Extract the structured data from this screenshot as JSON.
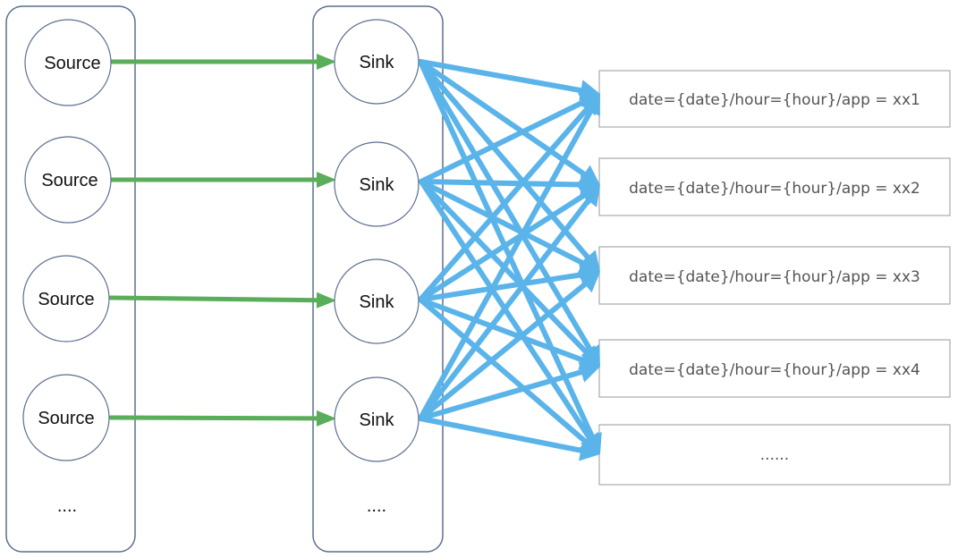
{
  "colors": {
    "container_border": "#5b6f8f",
    "node_border": "#5b6f8f",
    "source_to_sink_arrow": "#5aad5a",
    "sink_to_partition_arrow": "#5ab4ea",
    "partition_border": "#a9a9a9"
  },
  "source_column": {
    "nodes": [
      {
        "label": "Source"
      },
      {
        "label": "Source"
      },
      {
        "label": "Source"
      },
      {
        "label": "Source"
      }
    ],
    "more_label": "...."
  },
  "sink_column": {
    "nodes": [
      {
        "label": "Sink"
      },
      {
        "label": "Sink"
      },
      {
        "label": "Sink"
      },
      {
        "label": "Sink"
      }
    ],
    "more_label": "...."
  },
  "partitions": [
    {
      "label": "date={date}/hour={hour}/app = xx1"
    },
    {
      "label": "date={date}/hour={hour}/app = xx2"
    },
    {
      "label": "date={date}/hour={hour}/app = xx3"
    },
    {
      "label": "date={date}/hour={hour}/app = xx4"
    },
    {
      "label": "......"
    }
  ],
  "edges": {
    "source_to_sink": [
      [
        0,
        0
      ],
      [
        1,
        1
      ],
      [
        2,
        2
      ],
      [
        3,
        3
      ]
    ],
    "sink_to_partition": [
      [
        0,
        0
      ],
      [
        0,
        1
      ],
      [
        0,
        2
      ],
      [
        0,
        3
      ],
      [
        0,
        4
      ],
      [
        1,
        0
      ],
      [
        1,
        1
      ],
      [
        1,
        2
      ],
      [
        1,
        3
      ],
      [
        1,
        4
      ],
      [
        2,
        0
      ],
      [
        2,
        1
      ],
      [
        2,
        2
      ],
      [
        2,
        3
      ],
      [
        2,
        4
      ],
      [
        3,
        0
      ],
      [
        3,
        1
      ],
      [
        3,
        2
      ],
      [
        3,
        3
      ],
      [
        3,
        4
      ]
    ]
  }
}
